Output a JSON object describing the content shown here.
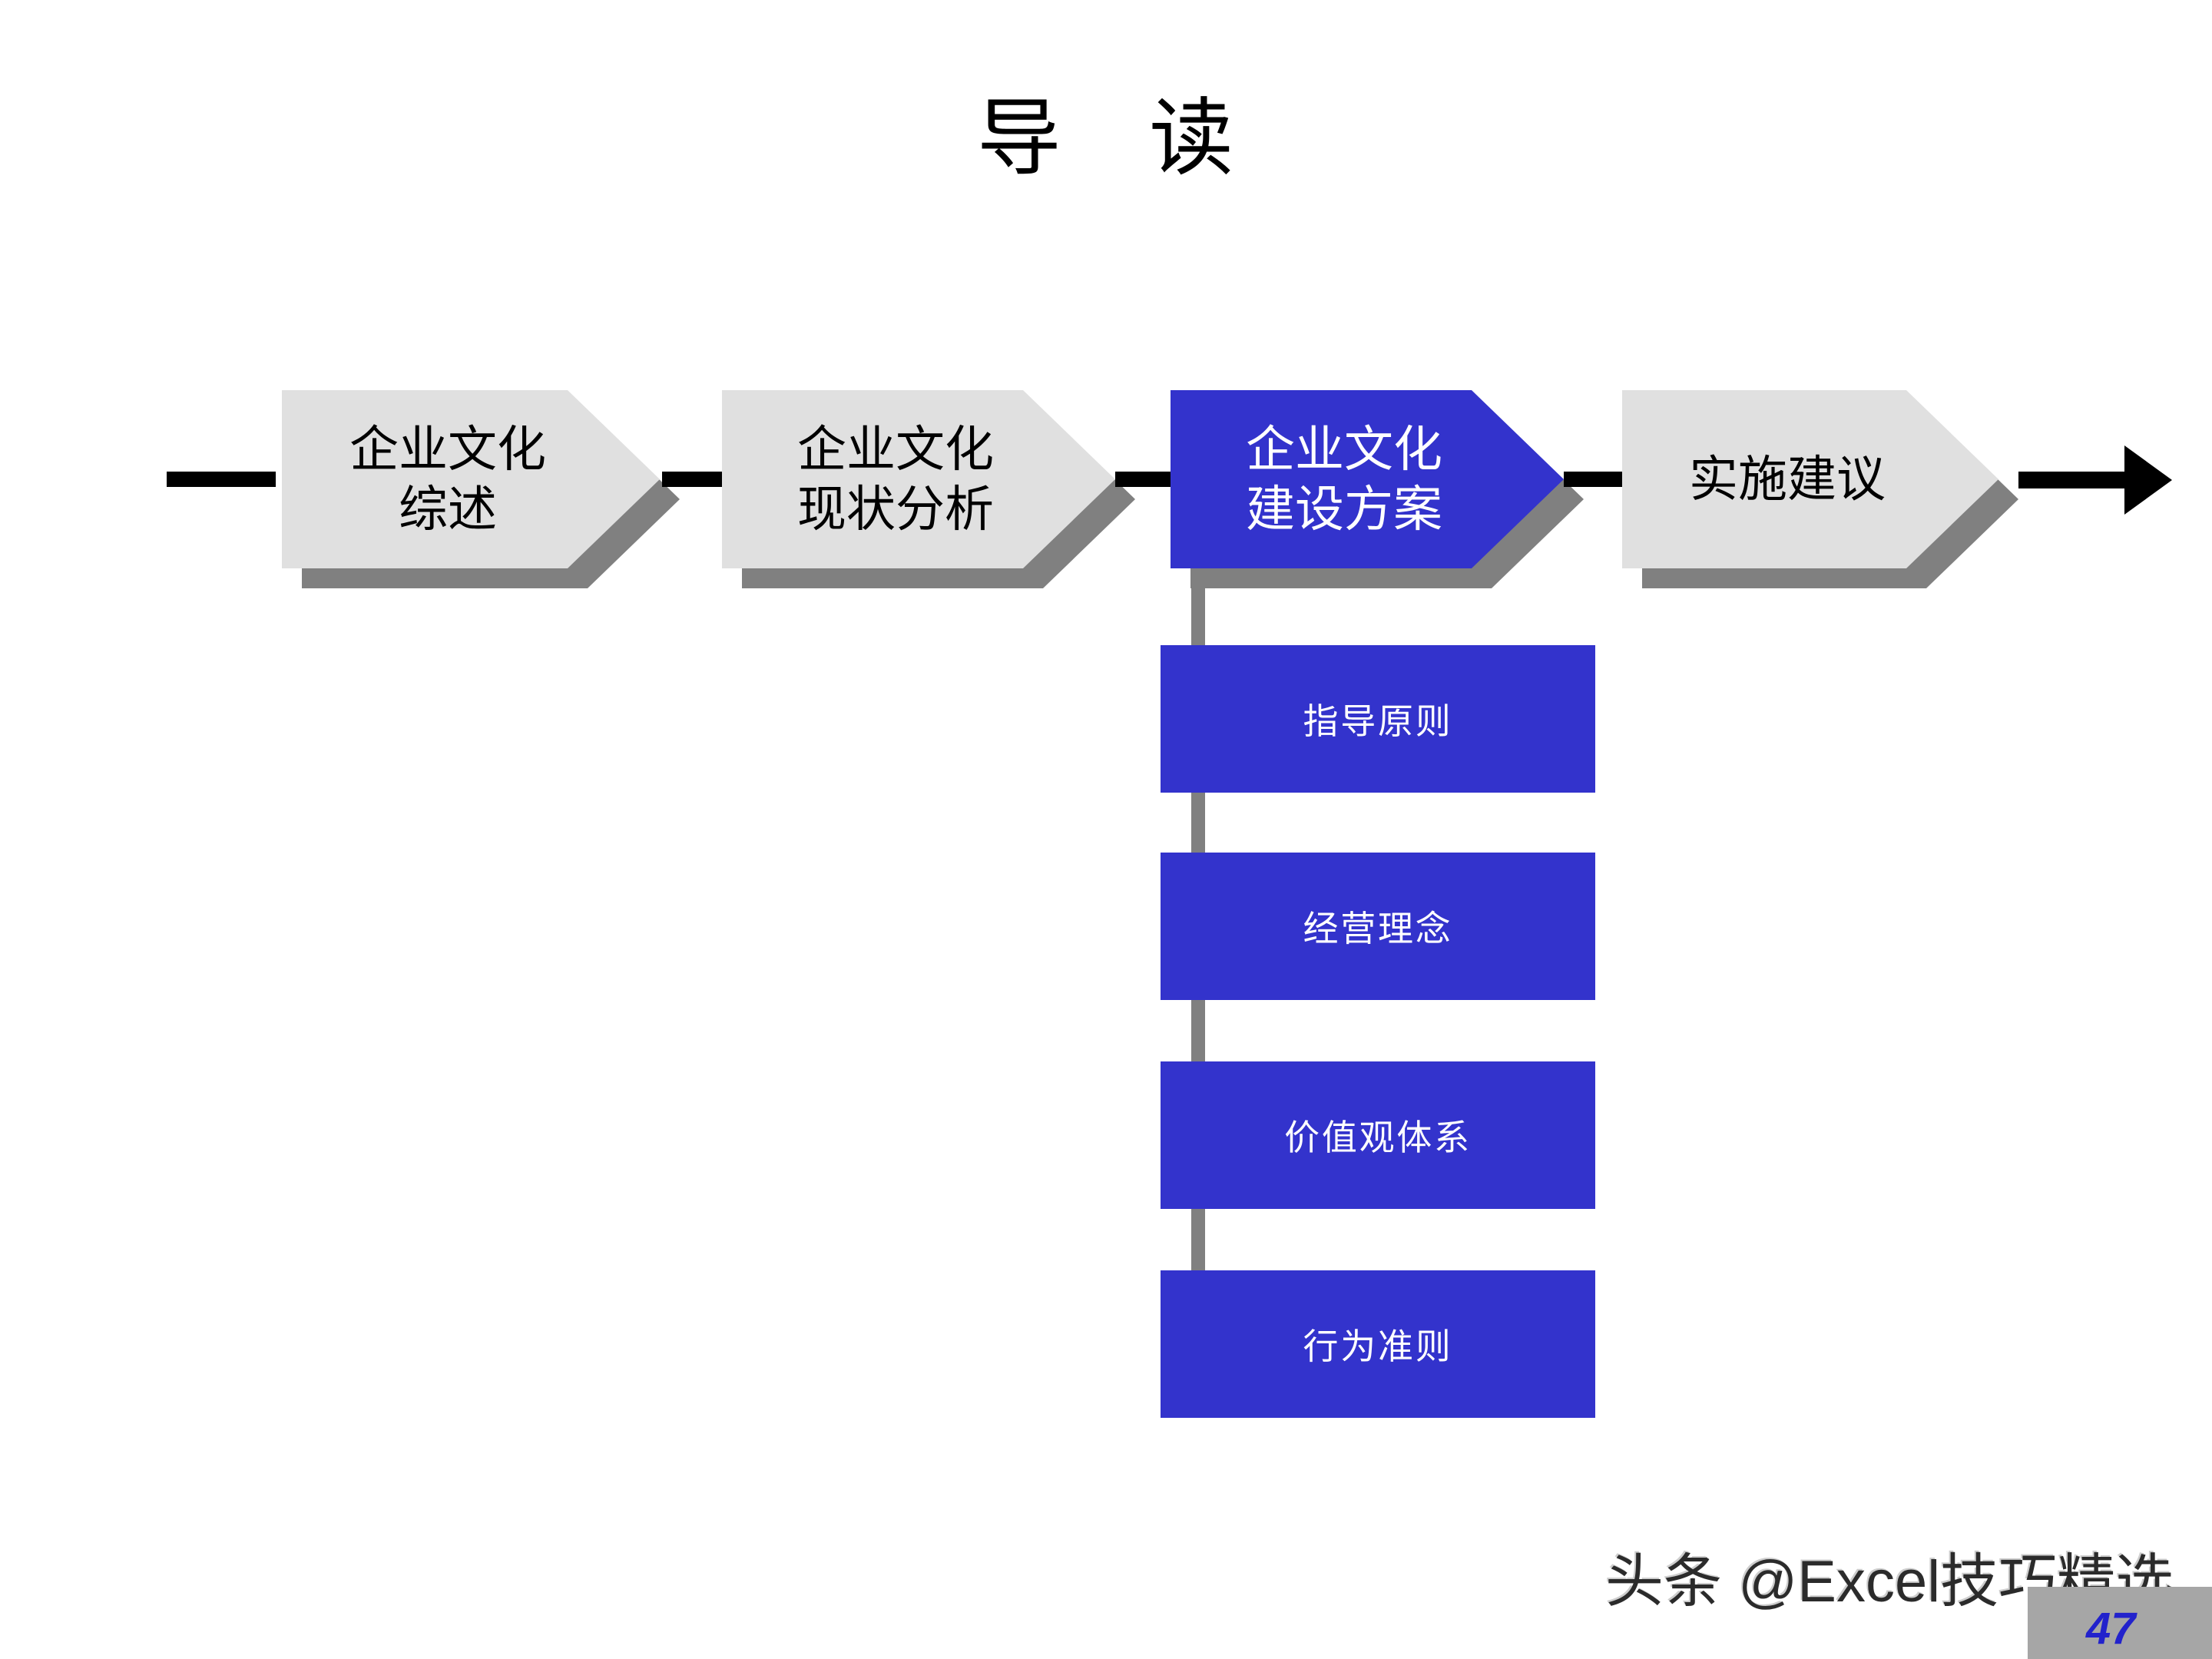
{
  "slide": {
    "title": "导　读",
    "background_color": "#FFFFFF",
    "accent_color": "#3333CC",
    "chevron_fill": "#E0E0E0",
    "shadow_color": "#808080",
    "page_number": "47",
    "page_block_color": "#A6A6A6",
    "watermark": "头条 @Excel技巧精选"
  },
  "flow": {
    "steps": [
      {
        "line1": "企业文化",
        "line2": "综述",
        "state": "inactive"
      },
      {
        "line1": "企业文化",
        "line2": "现状分析",
        "state": "inactive"
      },
      {
        "line1": "企业文化",
        "line2": "建设方案",
        "state": "active"
      },
      {
        "line1": "实施建议",
        "line2": "",
        "state": "inactive"
      }
    ]
  },
  "sub_items": [
    {
      "label": "指导原则"
    },
    {
      "label": "经营理念"
    },
    {
      "label": "价值观体系"
    },
    {
      "label": "行为准则"
    }
  ]
}
